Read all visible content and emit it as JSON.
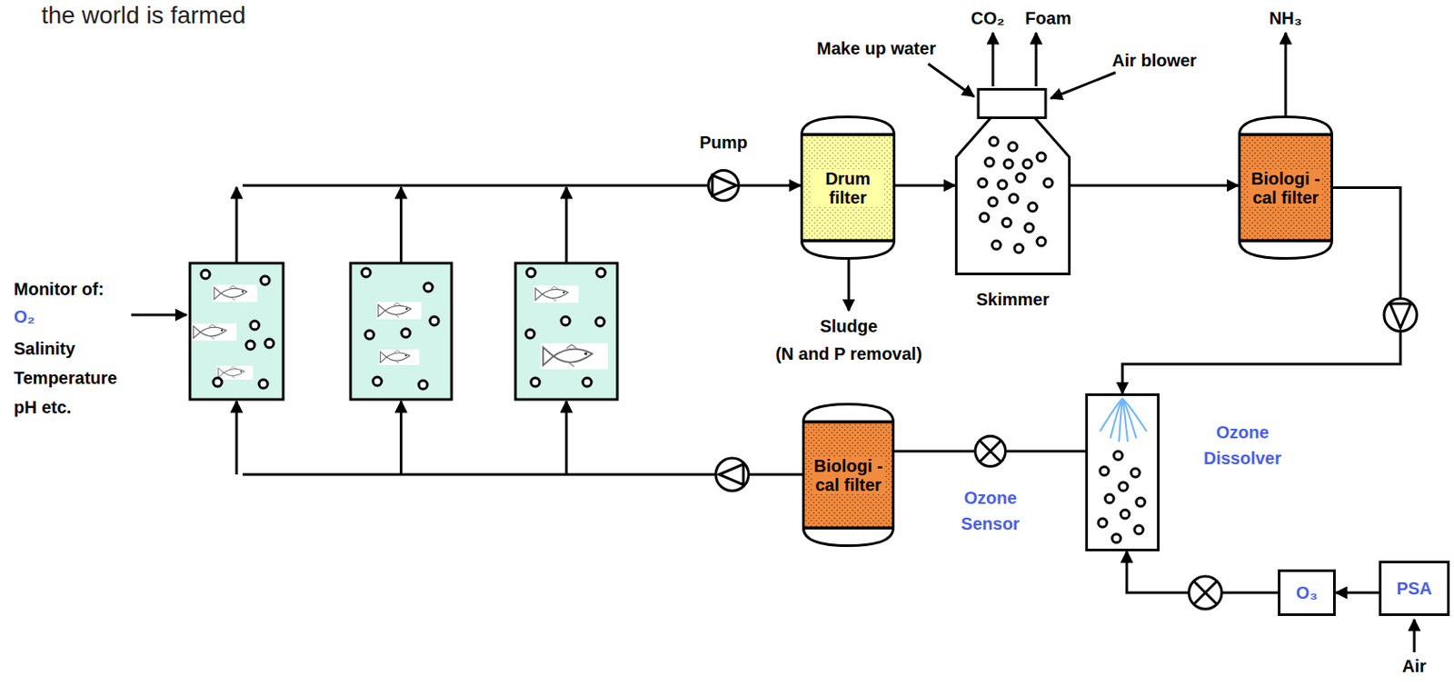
{
  "diagram": {
    "nodes": [
      {
        "text": [
          "Pump"
        ]
      },
      {
        "text": [
          "Drum filter"
        ]
      },
      {
        "text": [
          "Skimmer"
        ]
      },
      {
        "text": [
          "Biologi -cal filter"
        ]
      },
      {
        "text": [
          "Ozone Dissolver"
        ]
      },
      {
        "text": [
          "Ozone Sensor"
        ]
      },
      {
        "text": [
          "Biologi -cal filter"
        ]
      },
      {
        "text": [
          "O₃"
        ]
      },
      {
        "text": [
          "PSA"
        ]
      }
    ],
    "edges": [
      {
        "from": 0,
        "to": 1,
        "arrow": "to"
      },
      {
        "from": 1,
        "to": 2,
        "arrow": "to"
      },
      {
        "from": 2,
        "to": 3,
        "arrow": "to"
      },
      {
        "from": 3,
        "to": 4,
        "arrow": "to"
      },
      {
        "from": 4,
        "to": 5,
        "arrow": "none"
      },
      {
        "from": 5,
        "to": 6,
        "arrow": "none"
      },
      {
        "from": 7,
        "to": 4,
        "arrow": "to"
      },
      {
        "from": 8,
        "to": 7,
        "arrow": "to"
      }
    ],
    "labels": [
      "the world is farmed",
      "Make up water",
      "CO₂",
      "Foam",
      "Air blower",
      "NH₃",
      "Sludge",
      "(N and P removal)",
      "Monitor of:",
      "O₂",
      "Salinity",
      "Temperature",
      "pH etc.",
      "Air"
    ]
  }
}
